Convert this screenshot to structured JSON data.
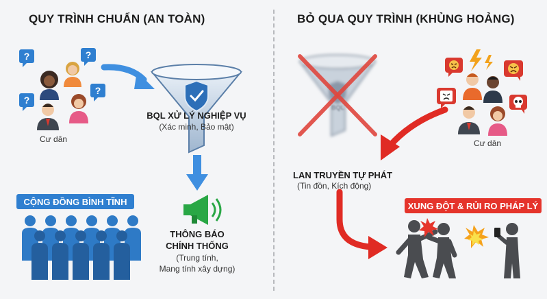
{
  "left": {
    "title": "QUY TRÌNH CHUẨN (AN TOÀN)",
    "residents_label": "Cư dân",
    "funnel_title": "BQL XỬ LÝ NGHIỆP VỤ",
    "funnel_subtitle": "(Xác minh, Bảo mật)",
    "banner": "CỘNG ĐỒNG BÌNH TĨNH",
    "notice_title_1": "THÔNG BÁO",
    "notice_title_2": "CHÍNH THỐNG",
    "notice_sub_1": "(Trung tính,",
    "notice_sub_2": "Mang tính xây dựng)"
  },
  "right": {
    "title": "BỎ QUA QUY TRÌNH (KHỦNG HOẢNG)",
    "funnel_label": "BQL",
    "residents_label": "Cư dân",
    "spread_title": "LAN TRUYỀN TỰ PHÁT",
    "spread_subtitle": "(Tin đồn, Kích động)",
    "banner": "XUNG ĐỘT & RỦI RO PHÁP LÝ"
  },
  "colors": {
    "question_blue": "#2f7fd0",
    "arrow_blue": "#3f8fe0",
    "funnel_blue": "#2d6fb8",
    "megaphone_green": "#29a745",
    "crowd_blue": "#2e7ac6",
    "arrow_red": "#e02b24",
    "banner_red": "#e5342b",
    "emoji_red": "#d9392f",
    "text_dark": "#1c1c1c"
  },
  "icons": [
    "question-bubble-icon",
    "shield-check-icon",
    "megaphone-icon",
    "angry-face-icon",
    "lightning-icon",
    "skull-icon",
    "cross-out-icon",
    "explosion-icon",
    "phone-icon"
  ]
}
